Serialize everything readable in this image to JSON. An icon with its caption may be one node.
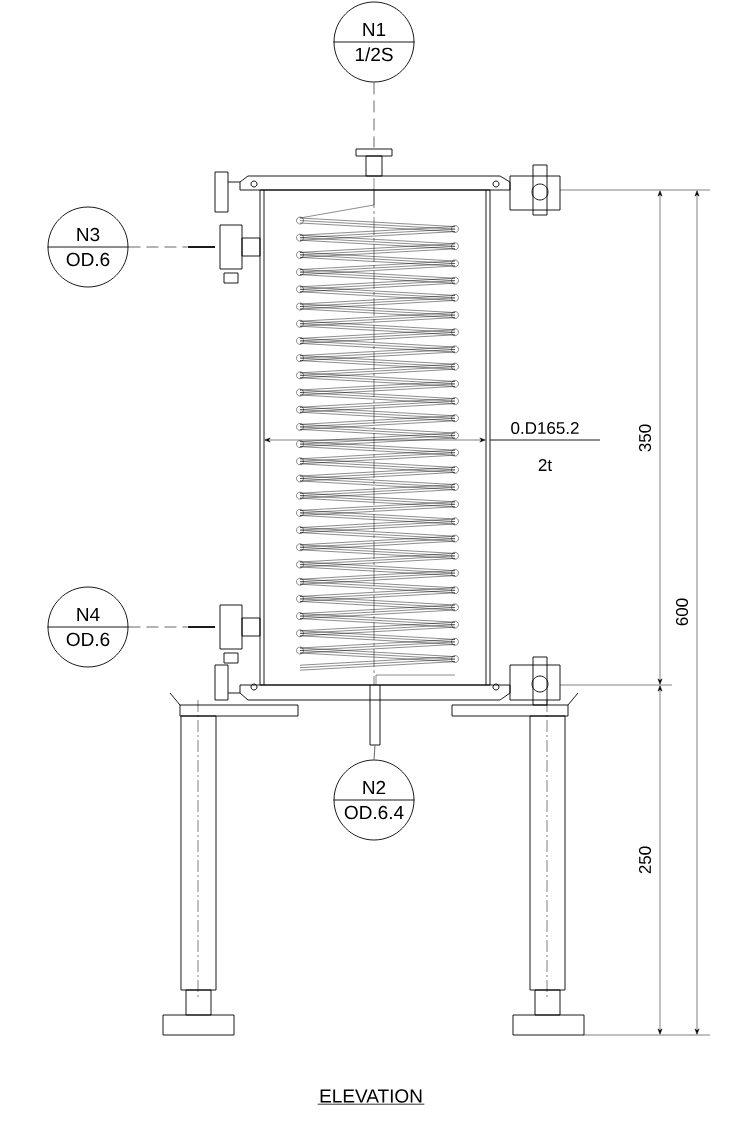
{
  "diagram": {
    "title": "ELEVATION",
    "nodes": [
      {
        "text": [
          "N1",
          "1/2S"
        ]
      },
      {
        "text": [
          "N3",
          "OD.6"
        ]
      },
      {
        "text": [
          "N4",
          "OD.6"
        ]
      },
      {
        "text": [
          "N2",
          "OD.6.4"
        ]
      },
      {
        "text": [],
        "shape": "picture"
      },
      {
        "text": [],
        "shape": "picture"
      },
      {
        "text": [],
        "shape": "picture"
      },
      {
        "text": [],
        "shape": "picture"
      }
    ],
    "edges": [
      {
        "from": 0,
        "to": 4,
        "arrow": "none",
        "style": "dashed"
      },
      {
        "from": 1,
        "to": 5,
        "arrow": "none",
        "style": "dashed"
      },
      {
        "from": 2,
        "to": 6,
        "arrow": "none",
        "style": "dashed"
      },
      {
        "from": 3,
        "to": 7,
        "arrow": "none"
      }
    ],
    "labels": [
      "0.D165.2",
      "2t",
      "350",
      "600",
      "250"
    ]
  }
}
